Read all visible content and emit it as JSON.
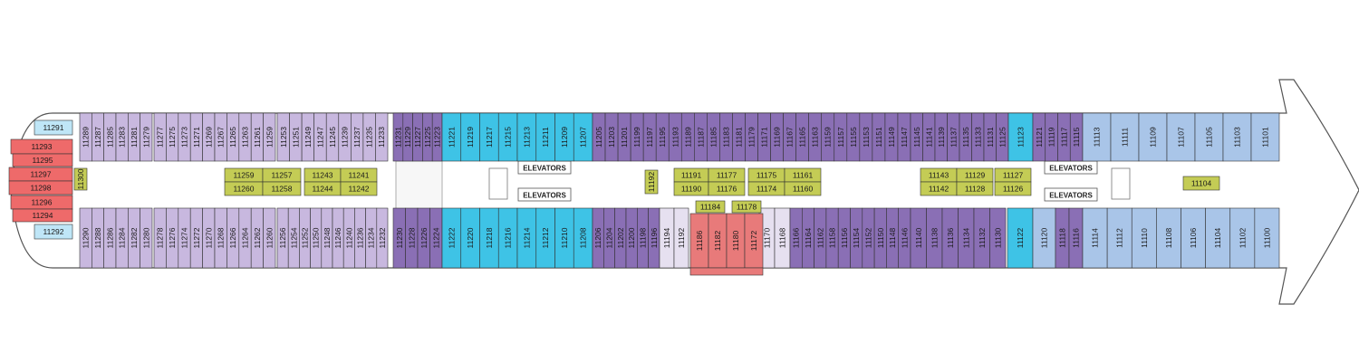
{
  "labels": {
    "elevators": "ELEVATORS"
  },
  "colors": {
    "light_purple": "#c8b8df",
    "dark_purple": "#8a6fb5",
    "turquoise": "#3ec3e6",
    "light_blue": "#a9c5e8",
    "red": "#ee6a6a",
    "salmon": "#e87a7a",
    "olive": "#c4cc55",
    "lavender_white": "#e6e0f0",
    "sky": "#bfe6f7",
    "corridor": "#ffffff",
    "outline": "#333333"
  },
  "blocks": {
    "aft_top": [
      {
        "c": "sky",
        "n": [
          "11291"
        ]
      },
      {
        "c": "red",
        "n": [
          "11293",
          "11295"
        ]
      },
      {
        "c": "red",
        "n": [
          "11297",
          "11298"
        ]
      },
      {
        "c": "red",
        "n": [
          "11296",
          "11294"
        ]
      },
      {
        "c": "sky",
        "n": [
          "11292"
        ]
      }
    ],
    "top": [
      {
        "c": "light_purple",
        "n": [
          "11289",
          "11287",
          "11285",
          "11283",
          "11281",
          "11279"
        ]
      },
      {
        "c": "light_purple",
        "n": [
          "11277",
          "11275",
          "11273",
          "11271",
          "11269",
          "11267",
          "11265",
          "11263",
          "11261",
          "11259"
        ]
      },
      {
        "c": "light_purple",
        "n": [
          "11253",
          "11251",
          "11249",
          "11247",
          "11245",
          "11239",
          "11237",
          "11235",
          "11233"
        ]
      },
      {
        "c": "dark_purple",
        "n": [
          "11231",
          "11229",
          "11227",
          "11225",
          "11223"
        ]
      },
      {
        "c": "turquoise",
        "n": [
          "11221",
          "11219",
          "11217",
          "11215",
          "11213",
          "11211",
          "11209",
          "11207"
        ]
      },
      {
        "c": "dark_purple",
        "n": [
          "11205",
          "11203",
          "11201",
          "11199",
          "11197",
          "11195",
          "11193",
          "11189",
          "11187",
          "11185",
          "11183",
          "11181",
          "11179",
          "11171",
          "11169",
          "11167",
          "11165",
          "11163",
          "11159",
          "11157",
          "11155",
          "11153",
          "11151",
          "11149",
          "11147"
        ]
      },
      {
        "c": "dark_purple",
        "n": [
          "11145",
          "11141",
          "11139",
          "11137",
          "11135",
          "11133",
          "11131",
          "11125"
        ]
      },
      {
        "c": "turquoise",
        "n": [
          "11123"
        ]
      },
      {
        "c": "dark_purple",
        "n": [
          "11121",
          "11119",
          "11117",
          "11115"
        ]
      },
      {
        "c": "light_blue",
        "n": [
          "11113",
          "11111",
          "11109",
          "11107",
          "11105",
          "11103",
          "11101"
        ]
      }
    ],
    "bottom": [
      {
        "c": "light_purple",
        "n": [
          "11290",
          "11288",
          "11286",
          "11284",
          "11282",
          "11280"
        ]
      },
      {
        "c": "light_purple",
        "n": [
          "11278",
          "11276",
          "11274",
          "11272",
          "11270",
          "11268",
          "11266",
          "11264",
          "11262",
          "11260"
        ]
      },
      {
        "c": "light_purple",
        "n": [
          "11256",
          "11254",
          "11252",
          "11250",
          "11248",
          "11246",
          "11240",
          "11236",
          "11234",
          "11232"
        ]
      },
      {
        "c": "dark_purple",
        "n": [
          "11230",
          "11228",
          "11226",
          "11224"
        ]
      },
      {
        "c": "turquoise",
        "n": [
          "11222",
          "11220",
          "11218",
          "11216",
          "11214",
          "11212",
          "11210",
          "11208"
        ]
      },
      {
        "c": "dark_purple",
        "n": [
          "11206",
          "11204",
          "11202",
          "11200",
          "11198",
          "11196"
        ]
      },
      {
        "c": "lavender_white",
        "n": [
          "11194",
          "11192"
        ]
      },
      {
        "c": "lavender_white",
        "n": [
          "11170",
          "11168"
        ]
      },
      {
        "c": "dark_purple",
        "n": [
          "11166",
          "11164",
          "11162",
          "11158",
          "11156",
          "11154",
          "11152",
          "11150",
          "11148",
          "11146"
        ]
      },
      {
        "c": "dark_purple",
        "n": [
          "11140",
          "11138",
          "11136",
          "11134",
          "11132",
          "11130"
        ]
      },
      {
        "c": "turquoise",
        "n": [
          "11122"
        ]
      },
      {
        "c": "light_blue",
        "n": [
          "11120"
        ]
      },
      {
        "c": "dark_purple",
        "n": [
          "11118",
          "11116"
        ]
      },
      {
        "c": "light_blue",
        "n": [
          "11114",
          "11112",
          "11110",
          "11108",
          "11106",
          "11104",
          "11102",
          "11100"
        ]
      }
    ],
    "center_bottom": {
      "olive": [
        "11184",
        "11178"
      ],
      "salmon": [
        "11186",
        "11182",
        "11180",
        "11172"
      ]
    },
    "inside": [
      [
        "11300"
      ],
      [
        "11259",
        "11260"
      ],
      [
        "11257",
        "11258"
      ],
      [
        "11243",
        "11244"
      ],
      [
        "11241",
        "11242"
      ],
      [
        "11191",
        "11190"
      ],
      [
        "11177",
        "11176"
      ],
      [
        "11175",
        "11174"
      ],
      [
        "11161",
        "11160"
      ],
      [
        "11143",
        "11142"
      ],
      [
        "11129",
        "11128"
      ],
      [
        "11127",
        "11126"
      ],
      [
        "11104"
      ]
    ],
    "inside_small": [
      "11192"
    ]
  }
}
